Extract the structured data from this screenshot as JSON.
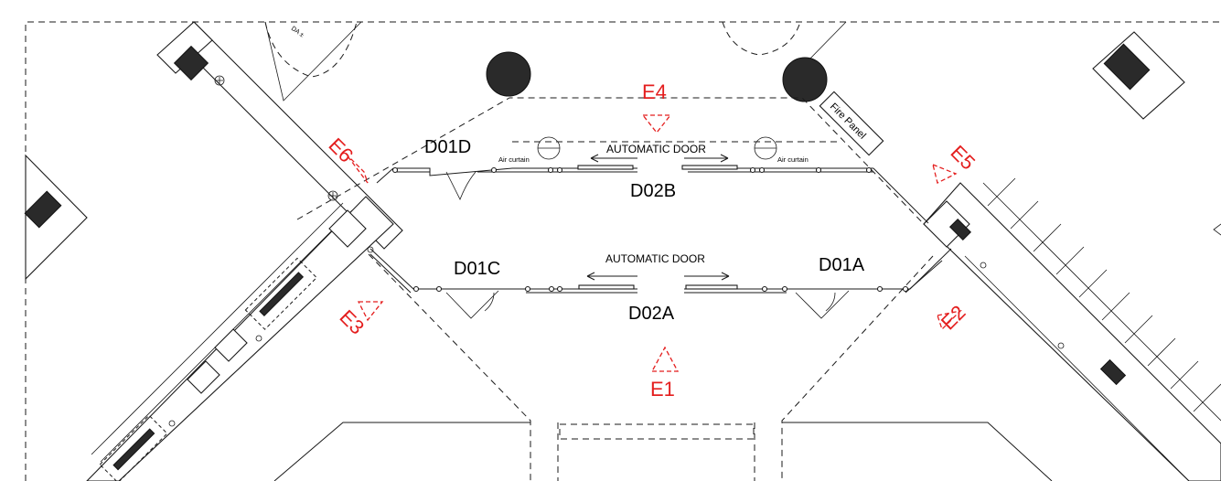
{
  "labels": {
    "D01D": "D01D",
    "D01C": "D01C",
    "D01A": "D01A",
    "D02B": "D02B",
    "D02A": "D02A",
    "auto_door_top": "AUTOMATIC DOOR",
    "auto_door_bottom": "AUTOMATIC DOOR",
    "air_curtain_left": "Air curtain",
    "air_curtain_right": "Air curtain",
    "fire_panel": "Fire Panel",
    "da_text": "DA ±"
  },
  "elevations": {
    "E1": "E1",
    "E2": "E2",
    "E3": "E3",
    "E4": "E4",
    "E5": "E5",
    "E6": "E6"
  },
  "colors": {
    "line": "#1a1a1a",
    "elevation_marker": "#e41e1e",
    "column_fill": "#2a2a2a"
  }
}
